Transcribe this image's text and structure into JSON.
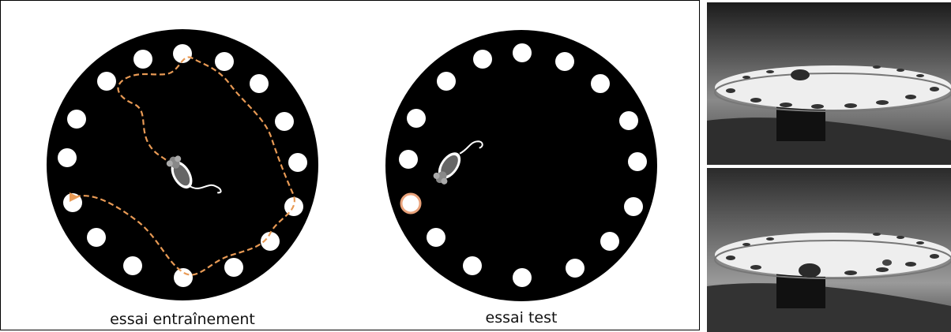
{
  "captions": {
    "training": "essai entraînement",
    "test": "essai test"
  },
  "colors": {
    "arena": "#000000",
    "hole": "#ffffff",
    "path": "#e89a55",
    "goal_ring": "#e9a27a"
  },
  "icons": {
    "mouse": "mouse-icon",
    "path_start": "triangle-arrow-icon"
  },
  "photos": [
    {
      "name": "barnes-maze-photo-top"
    },
    {
      "name": "barnes-maze-photo-bottom"
    }
  ]
}
